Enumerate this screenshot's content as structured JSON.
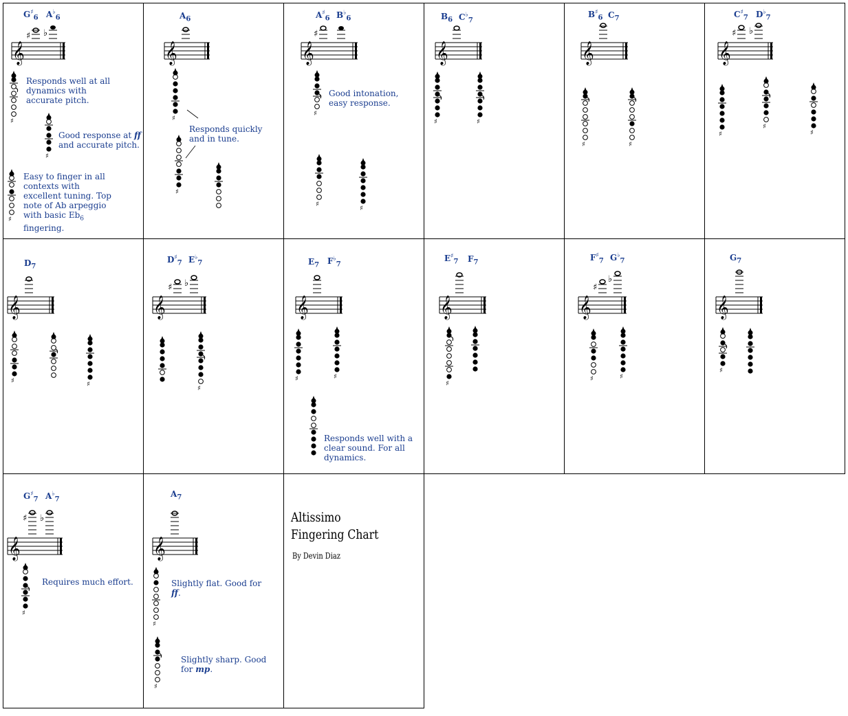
{
  "chart": {
    "title_line1": "Altissimo",
    "title_line2": "Fingering Chart",
    "author": "By Devin Diaz"
  },
  "notes": [
    {
      "id": "gs6-ab6",
      "labels": [
        "G#6",
        "Ab6"
      ],
      "annotations": [
        "Responds well at all dynamics with accurate pitch.",
        "Good response at ff and accurate pitch.",
        "Easy to finger in all contexts with excellent tuning. Top note of Ab arpeggio with basic Eb6 fingering."
      ]
    },
    {
      "id": "a6",
      "labels": [
        "A6"
      ],
      "annotations": [
        "Responds quickly and in tune."
      ]
    },
    {
      "id": "as6-bb6",
      "labels": [
        "A#6",
        "Bb6"
      ],
      "annotations": [
        "Good intonation, easy response."
      ]
    },
    {
      "id": "b6-cb7",
      "labels": [
        "B6",
        "Cb7"
      ],
      "annotations": []
    },
    {
      "id": "bs6-c7",
      "labels": [
        "B#6",
        "C7"
      ],
      "annotations": []
    },
    {
      "id": "cs7-db7",
      "labels": [
        "C#7",
        "Db7"
      ],
      "annotations": []
    },
    {
      "id": "d7",
      "labels": [
        "D7"
      ],
      "annotations": []
    },
    {
      "id": "ds7-eb7",
      "labels": [
        "D#7",
        "Eb7"
      ],
      "annotations": []
    },
    {
      "id": "e7-fb7",
      "labels": [
        "E7",
        "Fb7"
      ],
      "annotations": [
        "Responds well with a clear sound. For all dynamics."
      ]
    },
    {
      "id": "es7-f7",
      "labels": [
        "E#7",
        "F7"
      ],
      "annotations": []
    },
    {
      "id": "fs7-gb7",
      "labels": [
        "F#7",
        "Gb7"
      ],
      "annotations": []
    },
    {
      "id": "g7",
      "labels": [
        "G7"
      ],
      "annotations": []
    },
    {
      "id": "gs7-ab7",
      "labels": [
        "G#7",
        "Ab7"
      ],
      "annotations": [
        "Requires much effort."
      ]
    },
    {
      "id": "a7",
      "labels": [
        "A7"
      ],
      "annotations": [
        "Slightly flat. Good for ff.",
        "Slightly sharp. Good for mp."
      ]
    }
  ],
  "text": {
    "a1": "Responds well at all dynamics with accurate pitch.",
    "a2_pre": "Good response at ",
    "a2_dyn": "ff",
    "a2_post": "and accurate pitch.",
    "a3": "Easy to finger in all contexts with excellent tuning. Top note of Ab arpeggio with basic Eb",
    "a3_sub": "6",
    "a3_end": "fingering.",
    "b1": "Responds quickly and in tune.",
    "c1": "Good intonation, easy response.",
    "e1": "Responds well with a clear sound. For all dynamics.",
    "g1": "Requires much effort.",
    "h1_pre": "Slightly flat. Good for ",
    "h1_dyn": "ff",
    "h1_post": ".",
    "h2_pre": "Slightly sharp. Good for ",
    "h2_dyn": "mp",
    "h2_post": "."
  },
  "colors": {
    "label": "#1a3d8f",
    "ink": "#000000",
    "border": "#000000"
  }
}
